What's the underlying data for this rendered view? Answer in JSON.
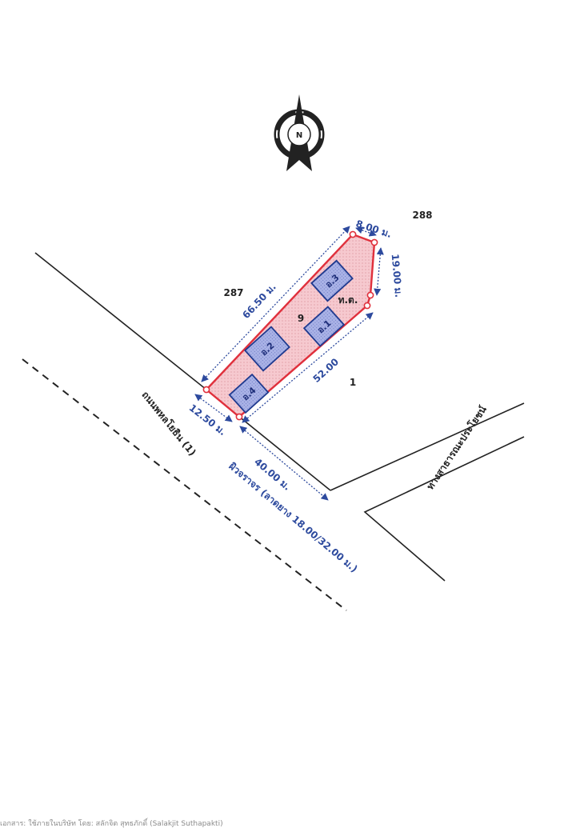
{
  "north": {
    "letter": "N"
  },
  "parcels": {
    "subject": "9",
    "northwest": "287",
    "northeast": "288",
    "southeast": "1"
  },
  "site_label": "ท.ต.",
  "buildings": [
    "อ.1",
    "อ.2",
    "อ.3",
    "อ.4"
  ],
  "dimensions": {
    "northwest_side": "66.50 ม.",
    "north_side": "8.00 ม.",
    "east_side": "19.00 ม.",
    "southeast_side": "52.00",
    "road_frontage": "12.50 ม.",
    "corner_distance": "40.00 ม."
  },
  "roads": {
    "main_road": "ถนนพหลโยธิน (1)",
    "surface": "ผิวจราจร (ลาดยาง 18.00/32.00 ม.)",
    "public_way": "ทางสาธารณะประโยชน์"
  },
  "footer": "เอกสาร: ใช้ภายในบริษัท โดย: สลักจิต สุทธภักดิ์ (Salakjit Suthapakti)",
  "colors": {
    "boundary": "#e0303c",
    "parcel_fill": "#f6c9cf",
    "building_stroke": "#1f3a8f",
    "building_fill": "#9aa6e0",
    "dimension": "#2d4a9e"
  }
}
